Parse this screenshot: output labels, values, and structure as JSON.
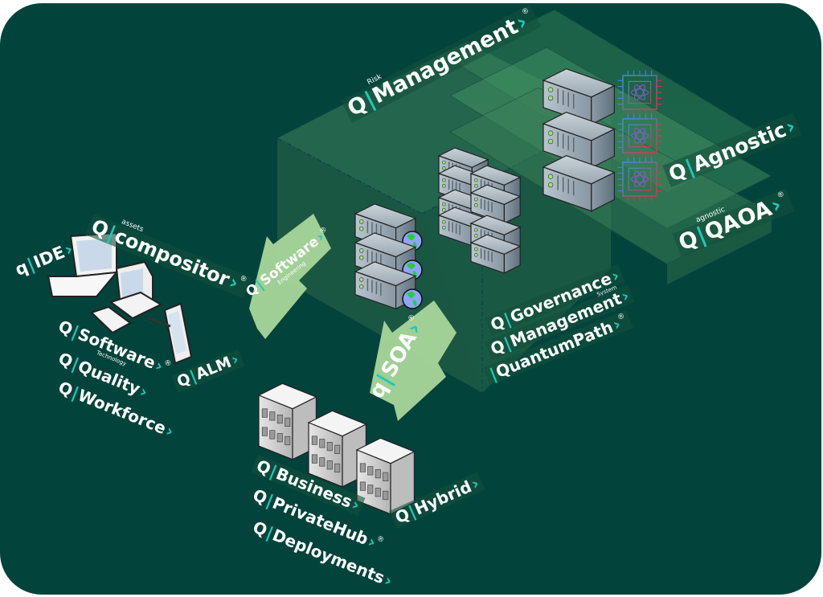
{
  "diagram": {
    "title": "Q|Risk Management ecosystem",
    "colors": {
      "background": "#02433b",
      "accent": "#22c7b8",
      "text": "#ffffff",
      "arrow": "#a8d79a",
      "platform": "#2f7a55"
    },
    "labels": {
      "risk_management": {
        "prefix": "Q",
        "super": "Risk",
        "name": "Management",
        "reg": "®"
      },
      "agnostic": {
        "prefix": "Q",
        "name": "Agnostic"
      },
      "qaoa": {
        "prefix": "Q",
        "super": "agnostic",
        "name": "QAOA",
        "reg": "®"
      },
      "governance": {
        "prefix": "Q",
        "name": "Governance",
        "sub": "System"
      },
      "management": {
        "prefix": "Q",
        "name": "Management"
      },
      "quantumpath": {
        "prefix": "",
        "name": "QuantumPath",
        "reg": "®"
      },
      "software_engineering": {
        "prefix": "Q",
        "name": "Software",
        "sub": "Engineering",
        "reg": "®"
      },
      "soa": {
        "prefix": "q",
        "name": "SOA",
        "reg": "®"
      },
      "ide": {
        "prefix": "q",
        "name": "IDE"
      },
      "assets_compositor": {
        "prefix": "Q",
        "super": "assets",
        "name": "compositor",
        "reg": "®"
      },
      "software_technology": {
        "prefix": "Q",
        "name": "Software",
        "sub": "Technology",
        "reg": "®"
      },
      "quality": {
        "prefix": "Q",
        "name": "Quality"
      },
      "workforce": {
        "prefix": "Q",
        "name": "Workforce"
      },
      "alm": {
        "prefix": "Q",
        "name": "ALM"
      },
      "business": {
        "prefix": "Q",
        "name": "Business"
      },
      "privatehub": {
        "prefix": "Q",
        "name": "PrivateHub",
        "reg": "®"
      },
      "deployments": {
        "prefix": "Q",
        "name": "Deployments"
      },
      "hybrid": {
        "prefix": "Q",
        "name": "Hybrid"
      }
    },
    "icons": {
      "devices": [
        "laptop-icon",
        "desktop-computer-icon",
        "keyboard-icon",
        "tablet-icon"
      ],
      "web_servers": 3,
      "server_cluster": 8,
      "quantum_servers": 3,
      "quantum_chips": 3,
      "buildings": 3
    },
    "separator": "|",
    "chevron": "›"
  }
}
